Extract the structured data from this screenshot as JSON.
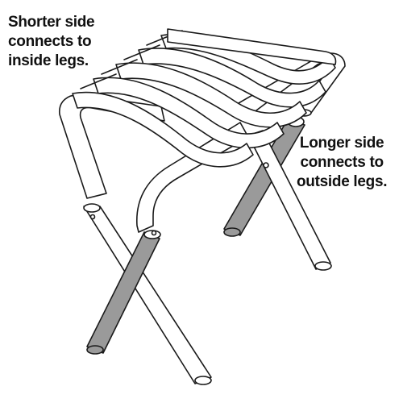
{
  "callouts": {
    "shorter_side": {
      "line1": "Shorter side",
      "line2": "connects to",
      "line3": "inside legs."
    },
    "longer_side": {
      "line1": "Longer side",
      "line2": "connects to",
      "line3": "outside legs."
    }
  },
  "colors": {
    "outline": "#1a1a1a",
    "leg_fill_gray": "#9a9a9a",
    "background": "#ffffff"
  }
}
